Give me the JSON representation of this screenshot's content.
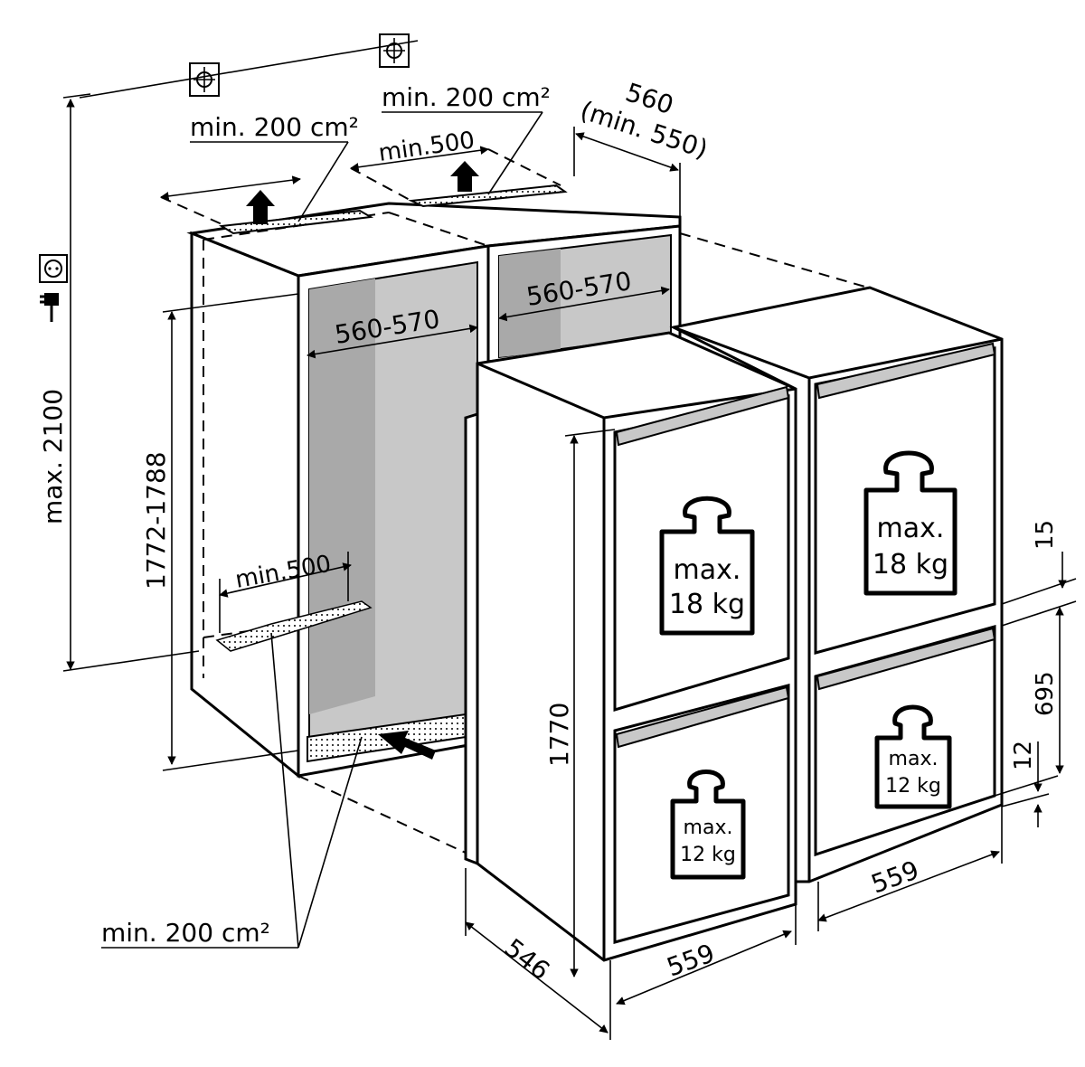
{
  "labels": {
    "vent_top_left": "min. 200 cm²",
    "vent_top_right": "min. 200 cm²",
    "vent_bottom": "min. 200 cm²",
    "depth_top": "560",
    "depth_top_min": "(min. 550)",
    "gap_top": "min.500",
    "gap_bottom": "min.500",
    "width_niche_left": "560-570",
    "width_niche_right": "560-570",
    "height_total": "max. 2100",
    "height_niche": "1772-1788",
    "height_appliance": "1770",
    "depth_appliance": "546",
    "width_appliance_front": "559",
    "width_appliance_right": "559",
    "dim_15": "15",
    "dim_695": "695",
    "dim_12": "12"
  },
  "weights": {
    "upper_left": {
      "line1": "max.",
      "line2": "18 kg"
    },
    "upper_right": {
      "line1": "max.",
      "line2": "18 kg"
    },
    "lower_left": {
      "line1": "max.",
      "line2": "12 kg"
    },
    "lower_right": {
      "line1": "max.",
      "line2": "12 kg"
    }
  },
  "icons": [
    "socket-icon",
    "plug-icon",
    "wall-anchor-icon",
    "weight-icon",
    "airflow-arrow-icon"
  ],
  "colors": {
    "niche_interior": "#c8c8c8",
    "niche_side": "#a9a9a9",
    "line": "#000000",
    "background": "#ffffff"
  }
}
